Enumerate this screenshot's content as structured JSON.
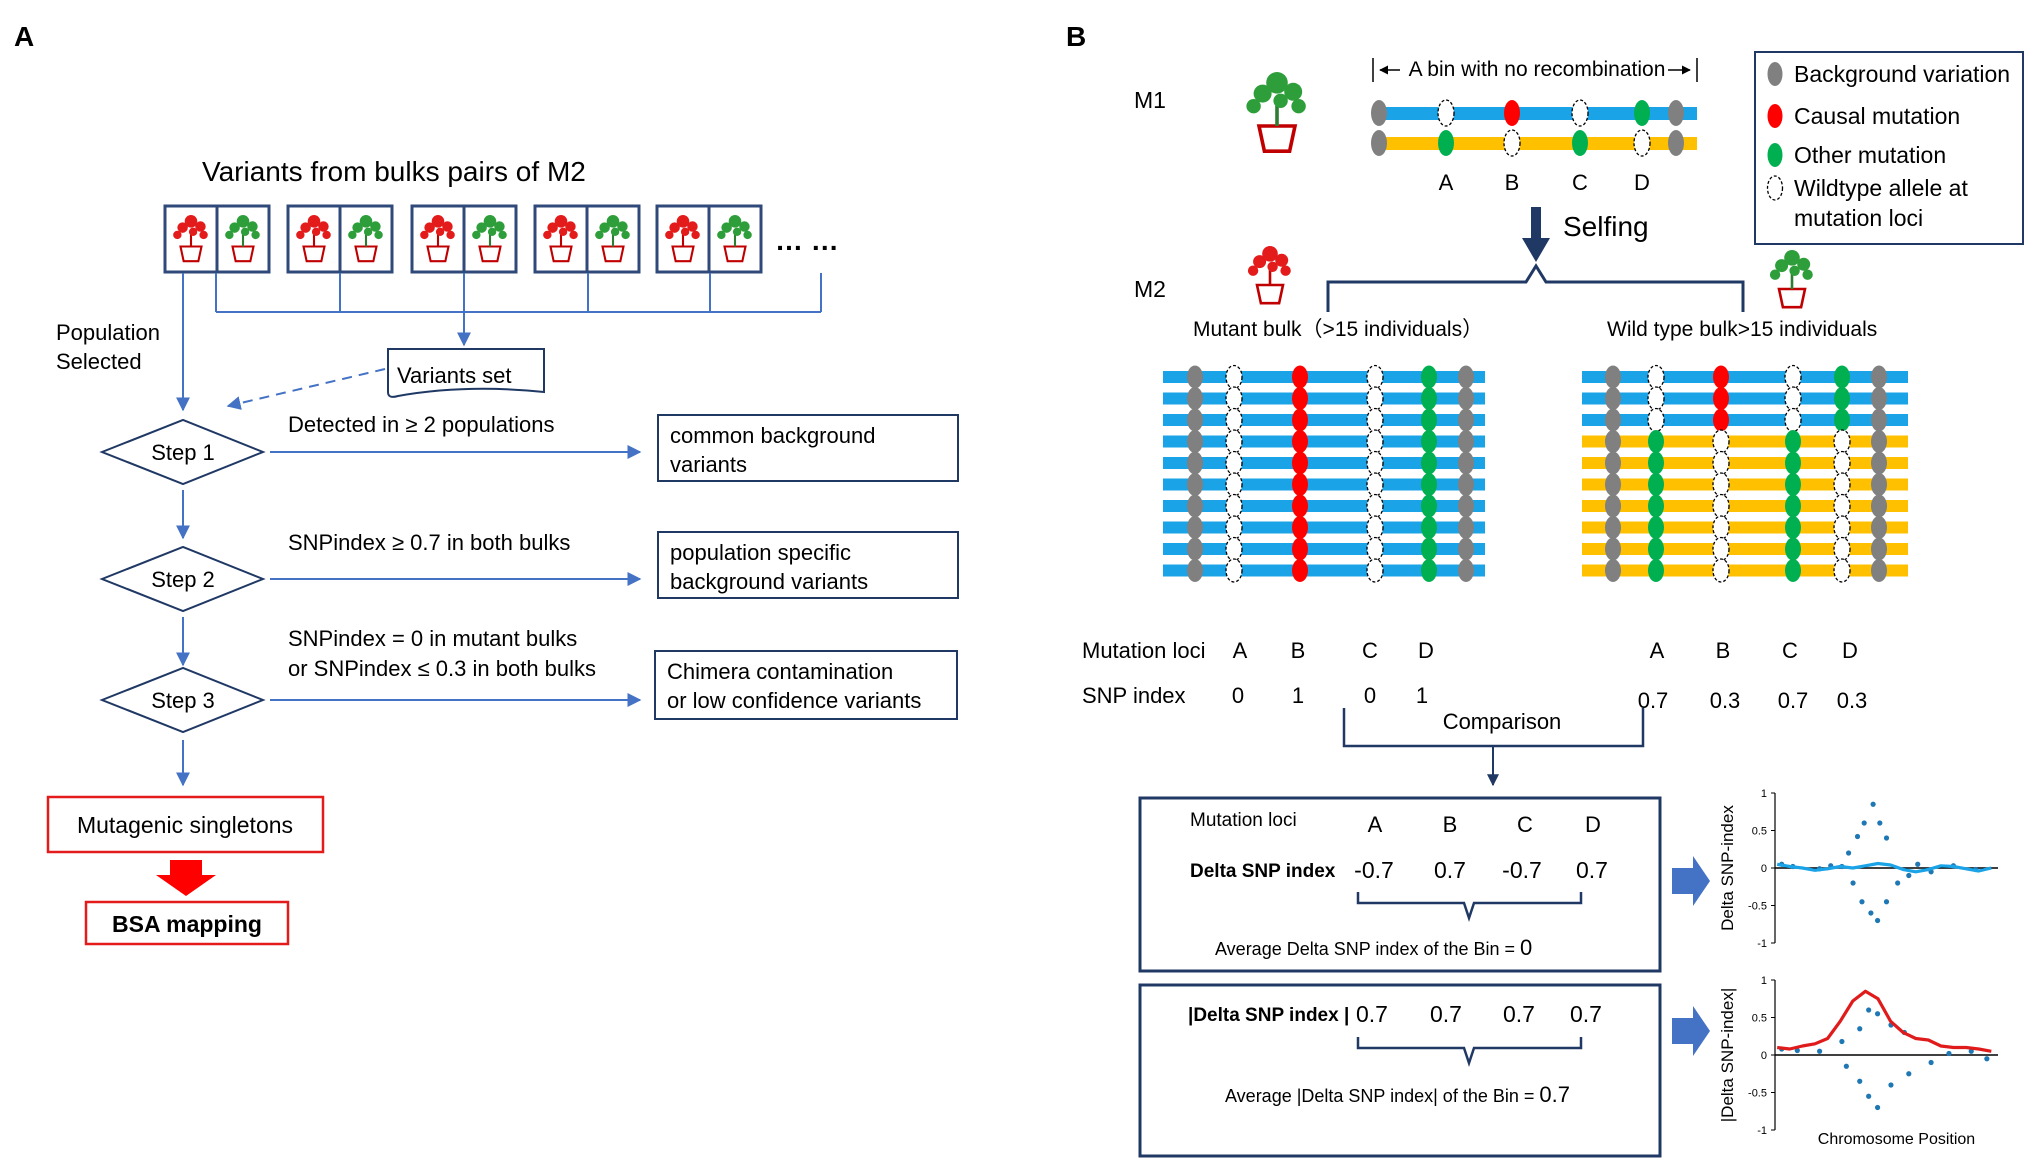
{
  "panel_a": {
    "label": "A",
    "title": "Variants from bulks pairs of M2",
    "ellipsis": "… …",
    "population_selected": [
      "Population",
      "Selected"
    ],
    "variants_set": "Variants set",
    "steps": [
      {
        "label": "Step 1",
        "criteria": [
          "Detected in ≥ 2 populations"
        ],
        "result": [
          "common background",
          "variants"
        ]
      },
      {
        "label": "Step 2",
        "criteria": [
          "SNPindex ≥ 0.7 in both bulks"
        ],
        "result": [
          "population specific",
          "background variants"
        ]
      },
      {
        "label": "Step 3",
        "criteria": [
          "SNPindex = 0 in mutant bulks",
          "or SNPindex ≤ 0.3 in both bulks"
        ],
        "result": [
          "Chimera contamination",
          "or low confidence variants"
        ]
      }
    ],
    "singletons": "Mutagenic singletons",
    "bsa": "BSA mapping"
  },
  "panel_b": {
    "label": "B",
    "m1": "M1",
    "m2": "M2",
    "bin_label": "A bin with no recombination",
    "loci": [
      "A",
      "B",
      "C",
      "D"
    ],
    "selfing": "Selfing",
    "legend": [
      {
        "name": "Background variation",
        "color": "#808080"
      },
      {
        "name": "Causal mutation",
        "color": "#ff0000"
      },
      {
        "name": "Other mutation",
        "color": "#00b050"
      },
      {
        "name": "Wildtype allele at",
        "name2": "mutation loci",
        "color": "#ffffff"
      }
    ],
    "mutant_bulk": "Mutant bulk（>15 individuals）",
    "wild_bulk": "Wild type bulk>15 individuals",
    "mutation_loci_label": "Mutation loci",
    "snp_index_label": "SNP index",
    "mutant_snp": [
      "0",
      "1",
      "0",
      "1"
    ],
    "wild_snp": [
      "0.7",
      "0.3",
      "0.7",
      "0.3"
    ],
    "comparison": "Comparison",
    "box1": {
      "header": "Mutation loci",
      "row_label": "Delta SNP index",
      "values": [
        "-0.7",
        "0.7",
        "-0.7",
        "0.7"
      ],
      "avg": "Average Delta SNP index  of the Bin = ",
      "avg_value": "0"
    },
    "box2": {
      "row_label": "|Delta SNP index |",
      "values": [
        "0.7",
        "0.7",
        "0.7",
        "0.7"
      ],
      "avg": "Average |Delta SNP index|  of the Bin = ",
      "avg_value": "0.7"
    },
    "colors": {
      "blue_strand": "#1aa3e6",
      "orange_strand": "#ffc000",
      "box_border": "#1f3864",
      "flow": "#4472c4",
      "red": "#ff0000"
    }
  },
  "chart_data": [
    {
      "type": "line",
      "ylabel": "Delta SNP-index",
      "xlabel": "",
      "ylim": [
        -1,
        1
      ],
      "yticks": [
        "1",
        "0.5",
        "0",
        "-0.5",
        "-1"
      ],
      "line_color": "#1aa3e6",
      "line": [
        0.05,
        0.02,
        0.0,
        -0.03,
        -0.01,
        0.02,
        0.0,
        0.03,
        0.06,
        0.04,
        -0.02,
        -0.05,
        -0.02,
        0.03,
        0.02,
        -0.01,
        -0.04,
        0.0
      ],
      "points": [
        [
          0.03,
          0.05
        ],
        [
          0.08,
          0.02
        ],
        [
          0.2,
          -0.01
        ],
        [
          0.25,
          0.03
        ],
        [
          0.3,
          0.02
        ],
        [
          0.33,
          0.2
        ],
        [
          0.37,
          0.42
        ],
        [
          0.4,
          0.6
        ],
        [
          0.44,
          0.85
        ],
        [
          0.47,
          0.6
        ],
        [
          0.5,
          0.4
        ],
        [
          0.35,
          -0.2
        ],
        [
          0.39,
          -0.45
        ],
        [
          0.43,
          -0.6
        ],
        [
          0.46,
          -0.7
        ],
        [
          0.5,
          -0.45
        ],
        [
          0.55,
          -0.2
        ],
        [
          0.6,
          -0.1
        ],
        [
          0.64,
          0.05
        ],
        [
          0.7,
          -0.05
        ],
        [
          0.8,
          0.03
        ],
        [
          0.9,
          -0.02
        ]
      ]
    },
    {
      "type": "line",
      "ylabel": "|Delta SNP-index|",
      "xlabel": "Chromosome Position",
      "ylim": [
        -1,
        1
      ],
      "yticks": [
        "1",
        "0.5",
        "0",
        "-0.5",
        "-1"
      ],
      "line_color": "#e01b1b",
      "line": [
        0.1,
        0.08,
        0.12,
        0.15,
        0.22,
        0.45,
        0.72,
        0.85,
        0.75,
        0.45,
        0.3,
        0.22,
        0.2,
        0.12,
        0.1,
        0.1,
        0.08,
        0.05
      ],
      "points": [
        [
          0.03,
          0.08
        ],
        [
          0.1,
          0.06
        ],
        [
          0.2,
          0.05
        ],
        [
          0.3,
          0.18
        ],
        [
          0.38,
          0.35
        ],
        [
          0.42,
          0.6
        ],
        [
          0.46,
          0.55
        ],
        [
          0.52,
          0.4
        ],
        [
          0.58,
          0.3
        ],
        [
          0.32,
          -0.15
        ],
        [
          0.38,
          -0.35
        ],
        [
          0.42,
          -0.55
        ],
        [
          0.46,
          -0.7
        ],
        [
          0.52,
          -0.4
        ],
        [
          0.6,
          -0.25
        ],
        [
          0.7,
          -0.1
        ],
        [
          0.78,
          0.02
        ],
        [
          0.88,
          0.05
        ],
        [
          0.95,
          -0.05
        ]
      ]
    }
  ]
}
